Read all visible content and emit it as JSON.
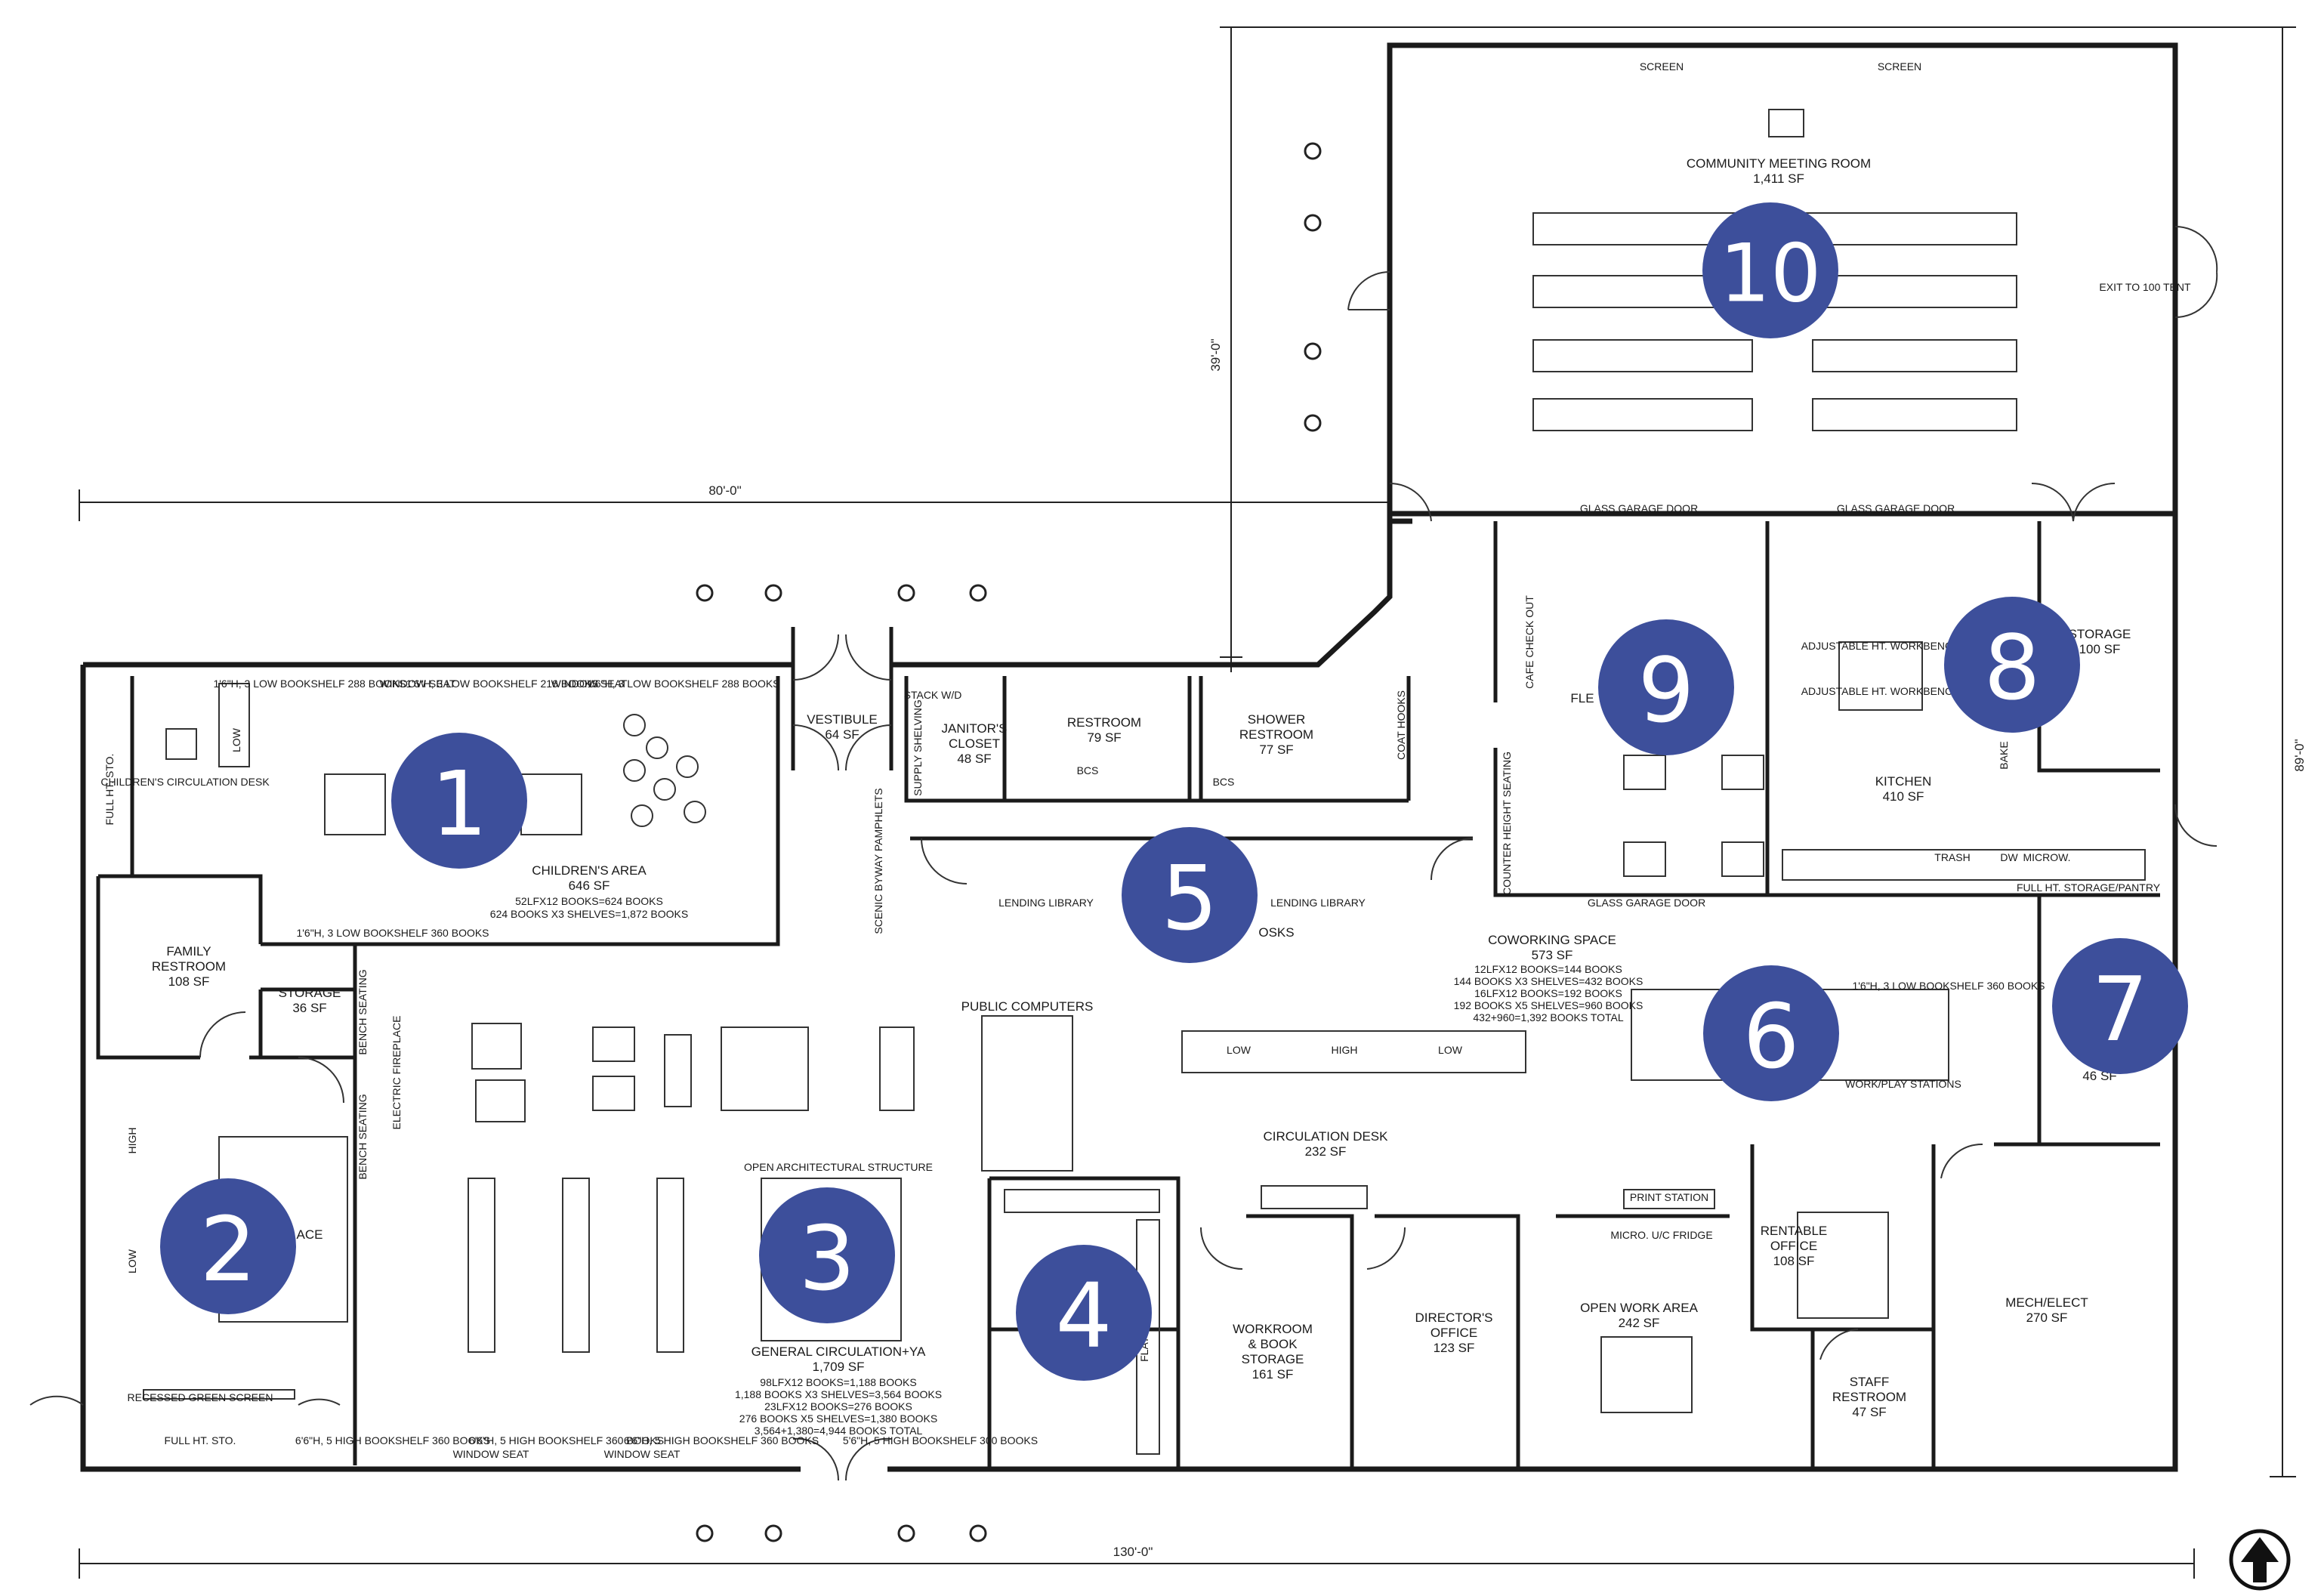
{
  "rooms": {
    "community_meeting_room": {
      "name": "COMMUNITY MEETING ROOM",
      "area": "1,411 SF"
    },
    "childrens_area": {
      "name": "CHILDREN'S AREA",
      "area": "646 SF",
      "note1": "52LFX12 BOOKS=624 BOOKS",
      "note2": "624 BOOKS X3 SHELVES=1,872 BOOKS"
    },
    "vestibule": {
      "name": "VESTIBULE",
      "area": "64 SF"
    },
    "janitors_closet": {
      "name1": "JANITOR'S",
      "name2": "CLOSET",
      "area": "48 SF"
    },
    "restroom": {
      "name": "RESTROOM",
      "area": "79 SF"
    },
    "shower_restroom": {
      "name1": "SHOWER",
      "name2": "RESTROOM",
      "area": "77 SF"
    },
    "storage_100": {
      "name": "STORAGE",
      "area": "100 SF"
    },
    "kitchen": {
      "name": "KITCHEN",
      "area": "410 SF"
    },
    "family_restroom": {
      "name1": "FAMILY",
      "name2": "RESTROOM",
      "area": "108 SF"
    },
    "storage_36": {
      "name": "STORAGE",
      "area": "36 SF"
    },
    "coworking_space": {
      "name": "COWORKING SPACE",
      "area": "573 SF",
      "note1": "12LFX12 BOOKS=144 BOOKS",
      "note2": "144 BOOKS X3 SHELVES=432 BOOKS",
      "note3": "16LFX12 BOOKS=192 BOOKS",
      "note4": "192 BOOKS X5 SHELVES=960 BOOKS",
      "note5": "432+960=1,392 BOOKS TOTAL"
    },
    "circulation_desk": {
      "name": "CIRCULATION DESK",
      "area": "232 SF"
    },
    "general_circulation": {
      "name": "GENERAL CIRCULATION+YA",
      "area": "1,709 SF",
      "note1": "98LFX12 BOOKS=1,188 BOOKS",
      "note2": "1,188 BOOKS X3 SHELVES=3,564 BOOKS",
      "note3": "23LFX12 BOOKS=276 BOOKS",
      "note4": "276 BOOKS X5 SHELVES=1,380 BOOKS",
      "note5": "3,564+1,380=4,944 BOOKS TOTAL"
    },
    "workroom": {
      "name1": "WORKROOM",
      "name2": "& BOOK",
      "name3": "STORAGE",
      "area": "161 SF"
    },
    "directors_office": {
      "name1": "DIRECTOR'S",
      "name2": "OFFICE",
      "area": "123 SF"
    },
    "open_work_area": {
      "name": "OPEN WORK AREA",
      "area": "242 SF"
    },
    "rentable_office": {
      "name1": "RENTABLE",
      "name2": "OFFICE",
      "area": "108 SF"
    },
    "staff_restroom": {
      "name1": "STAFF",
      "name2": "RESTROOM",
      "area": "47 SF"
    },
    "mech_elect": {
      "name": "MECH/ELECT",
      "area": "270 SF"
    },
    "storage_46": {
      "area": "46 SF"
    },
    "flex_partial": {
      "name": "FLE"
    },
    "space_partial": {
      "name": "ACE"
    }
  },
  "labels": {
    "screen": "SCREEN",
    "exit_tent": "EXIT TO 100 TENT",
    "glass_garage_door": "GLASS GARAGE DOOR",
    "low": "LOW",
    "high": "HIGH",
    "childrens_circ_desk": "CHILDREN'S CIRCULATION DESK",
    "full_ht_sto": "FULL HT. STO.",
    "low_bookshelf_288": "1'6\"H, 3 LOW BOOKSHELF 288 BOOKS",
    "window_seat": "WINDOW SEAT",
    "low_bookshelf_216": "1'6\"H, 3 LOW BOOKSHELF 216 BOOKS",
    "low_bookshelf_360": "1'6\"H, 3 LOW BOOKSHELF 360 BOOKS",
    "stack_wd": "STACK W/D",
    "supply_shelving": "SUPPLY SHELVING",
    "coat_hooks": "COAT HOOKS",
    "lending_library": "LENDING LIBRARY",
    "osks_partial": "OSKS",
    "scenic_byway": "SCENIC BYWAY PAMPHLETS",
    "public_computers": "PUBLIC COMPUTERS",
    "open_architectural_structure": "OPEN ARCHITECTURAL STRUCTURE",
    "gas_fireplace": "ELECTRIC FIREPLACE",
    "bench_seating": "BENCH SEATING",
    "recessed_green_screen": "RECESSED GREEN SCREEN",
    "full_ht_storage_pantry": "FULL HT. STORAGE/PANTRY",
    "trash": "TRASH",
    "dw": "DW",
    "microw": "MICROW.",
    "adjustable_workbench": "ADJUSTABLE HT. WORKBENCH",
    "cafe_checkout": "CAFE CHECK OUT",
    "counter_height_seating": "COUNTER HEIGHT SEATING",
    "work_play_stations": "WORK/PLAY STATIONS",
    "print_station": "PRINT STATION",
    "micro_fridge": "MICRO. U/C FRIDGE",
    "flat_files": "FLAT FILES",
    "high_bookshelf_360": "6'6\"H, 5 HIGH BOOKSHELF 360 BOOKS",
    "high_bookshelf_300": "5'6\"H, 5 HIGH BOOKSHELF 300 BOOKS",
    "bcs": "BCS",
    "bake": "BAKE"
  },
  "dimensions": {
    "top_width": "80'-0\"",
    "bottom_width": "130'-0\"",
    "meeting_height": "39'-0\"",
    "right_height": "89'-0\""
  },
  "markers": [
    "1",
    "2",
    "3",
    "4",
    "5",
    "6",
    "7",
    "8",
    "9",
    "10"
  ],
  "icons": {
    "north_arrow": "north-arrow-icon"
  },
  "colors": {
    "marker": "#3d4f9b",
    "marker_text": "#ffffff",
    "lines": "#1a1a1a"
  }
}
